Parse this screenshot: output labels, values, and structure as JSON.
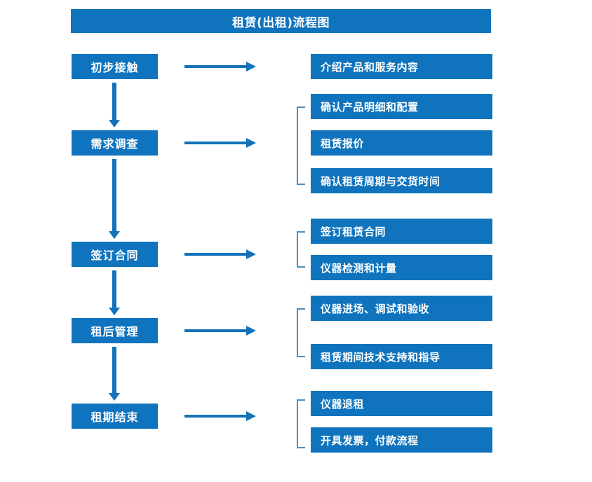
{
  "title": "租赁(出租)流程图",
  "colors": {
    "box_blue": "#0f74bd",
    "arrow_blue": "#1272ba",
    "bracket_blue": "#4a8fc4",
    "text_white": "#ffffff",
    "background": "#ffffff"
  },
  "stages": [
    {
      "label": "初步接触"
    },
    {
      "label": "需求调查"
    },
    {
      "label": "签订合同"
    },
    {
      "label": "租后管理"
    },
    {
      "label": "租期结束"
    }
  ],
  "detail_groups": [
    {
      "stage": "初步接触",
      "bracketed": false,
      "items": [
        {
          "label": "介绍产品和服务内容"
        }
      ]
    },
    {
      "stage": "需求调查",
      "bracketed": true,
      "items": [
        {
          "label": "确认产品明细和配置"
        },
        {
          "label": "租赁报价"
        },
        {
          "label": "确认租赁周期与交货时间"
        }
      ]
    },
    {
      "stage": "签订合同",
      "bracketed": true,
      "items": [
        {
          "label": "签订租赁合同"
        },
        {
          "label": "仪器检测和计量"
        }
      ]
    },
    {
      "stage": "租后管理",
      "bracketed": true,
      "items": [
        {
          "label": "仪器进场、调试和验收"
        },
        {
          "label": "租赁期间技术支持和指导"
        }
      ]
    },
    {
      "stage": "租期结束",
      "bracketed": true,
      "items": [
        {
          "label": "仪器退租"
        },
        {
          "label": "开具发票，付款流程"
        }
      ]
    }
  ]
}
